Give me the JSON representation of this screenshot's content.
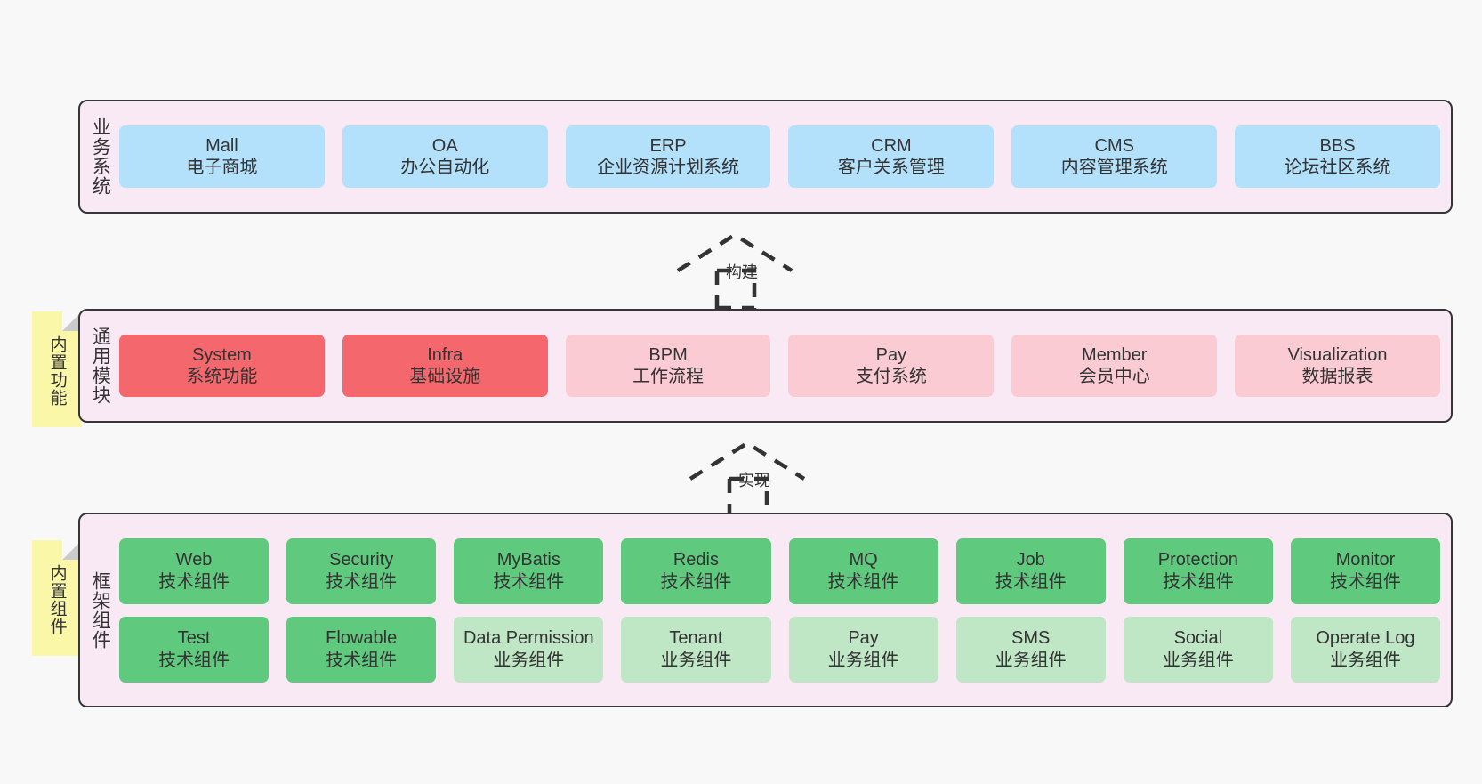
{
  "background_color": "#f8f8f8",
  "layers": [
    {
      "id": "business",
      "title": "业务系统",
      "container_color": "#f9e9f4",
      "rows": [
        {
          "cards": [
            {
              "name": "Mall",
              "desc": "电子商城",
              "color": "#b3e1fb"
            },
            {
              "name": "OA",
              "desc": "办公自动化",
              "color": "#b3e1fb"
            },
            {
              "name": "ERP",
              "desc": "企业资源计划系统",
              "color": "#b3e1fb"
            },
            {
              "name": "CRM",
              "desc": "客户关系管理",
              "color": "#b3e1fb"
            },
            {
              "name": "CMS",
              "desc": "内容管理系统",
              "color": "#b3e1fb"
            },
            {
              "name": "BBS",
              "desc": "论坛社区系统",
              "color": "#b3e1fb"
            }
          ]
        }
      ]
    },
    {
      "id": "common",
      "title": "通用模块",
      "note": "内置功能",
      "container_color": "#f9e9f4",
      "rows": [
        {
          "cards": [
            {
              "name": "System",
              "desc": "系统功能",
              "color": "#f4686d"
            },
            {
              "name": "Infra",
              "desc": "基础设施",
              "color": "#f4686d"
            },
            {
              "name": "BPM",
              "desc": "工作流程",
              "color": "#fbcbd4"
            },
            {
              "name": "Pay",
              "desc": "支付系统",
              "color": "#fbcbd4"
            },
            {
              "name": "Member",
              "desc": "会员中心",
              "color": "#fbcbd4"
            },
            {
              "name": "Visualization",
              "desc": "数据报表",
              "color": "#fbcbd4"
            }
          ]
        }
      ]
    },
    {
      "id": "frame",
      "title": "框架组件",
      "note": "内置组件",
      "container_color": "#f9e9f4",
      "rows": [
        {
          "cards": [
            {
              "name": "Web",
              "desc": "技术组件",
              "color": "#5fc97e"
            },
            {
              "name": "Security",
              "desc": "技术组件",
              "color": "#5fc97e"
            },
            {
              "name": "MyBatis",
              "desc": "技术组件",
              "color": "#5fc97e"
            },
            {
              "name": "Redis",
              "desc": "技术组件",
              "color": "#5fc97e"
            },
            {
              "name": "MQ",
              "desc": "技术组件",
              "color": "#5fc97e"
            },
            {
              "name": "Job",
              "desc": "技术组件",
              "color": "#5fc97e"
            },
            {
              "name": "Protection",
              "desc": "技术组件",
              "color": "#5fc97e"
            },
            {
              "name": "Monitor",
              "desc": "技术组件",
              "color": "#5fc97e"
            }
          ]
        },
        {
          "cards": [
            {
              "name": "Test",
              "desc": "技术组件",
              "color": "#5fc97e"
            },
            {
              "name": "Flowable",
              "desc": "技术组件",
              "color": "#5fc97e"
            },
            {
              "name": "Data Permission",
              "desc": "业务组件",
              "color": "#bfe7c6"
            },
            {
              "name": "Tenant",
              "desc": "业务组件",
              "color": "#bfe7c6"
            },
            {
              "name": "Pay",
              "desc": "业务组件",
              "color": "#bfe7c6"
            },
            {
              "name": "SMS",
              "desc": "业务组件",
              "color": "#bfe7c6"
            },
            {
              "name": "Social",
              "desc": "业务组件",
              "color": "#bfe7c6"
            },
            {
              "name": "Operate Log",
              "desc": "业务组件",
              "color": "#bfe7c6"
            }
          ]
        }
      ]
    }
  ],
  "arrows": [
    {
      "id": "build",
      "label": "构建",
      "style": "dashed-hollow-up"
    },
    {
      "id": "impl",
      "label": "实现",
      "style": "dashed-hollow-up"
    }
  ]
}
